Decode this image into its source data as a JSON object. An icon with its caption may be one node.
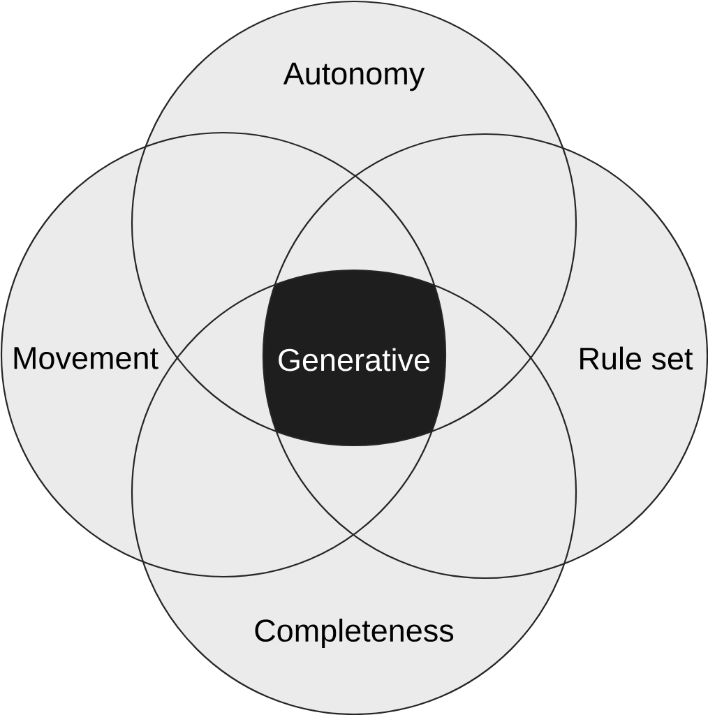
{
  "diagram": {
    "nodes": [
      {
        "text": [
          "Autonomy"
        ]
      },
      {
        "text": [
          "Movement"
        ]
      },
      {
        "text": [
          "Generative"
        ]
      },
      {
        "text": [
          "Rule set"
        ]
      },
      {
        "text": [
          "Completeness"
        ]
      }
    ]
  }
}
